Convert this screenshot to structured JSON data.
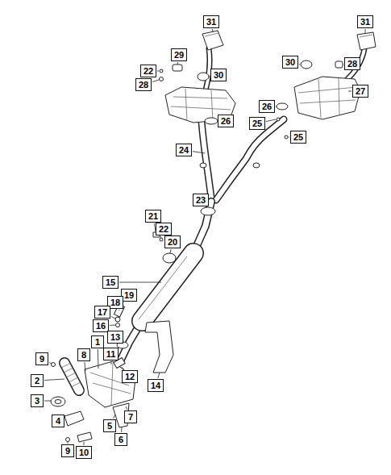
{
  "diagram": {
    "nodes": [
      {
        "text": [
          "31"
        ]
      },
      {
        "text": [
          "31"
        ]
      },
      {
        "text": [
          "29"
        ]
      },
      {
        "text": [
          "30"
        ]
      },
      {
        "text": [
          "28"
        ]
      },
      {
        "text": [
          "22"
        ]
      },
      {
        "text": [
          "30"
        ]
      },
      {
        "text": [
          "28"
        ]
      },
      {
        "text": [
          "27"
        ]
      },
      {
        "text": [
          "26"
        ]
      },
      {
        "text": [
          "26"
        ]
      },
      {
        "text": [
          "25"
        ]
      },
      {
        "text": [
          "25"
        ]
      },
      {
        "text": [
          "24"
        ]
      },
      {
        "text": [
          "23"
        ]
      },
      {
        "text": [
          "21"
        ]
      },
      {
        "text": [
          "22"
        ]
      },
      {
        "text": [
          "20"
        ]
      },
      {
        "text": [
          "15"
        ]
      },
      {
        "text": [
          "19"
        ]
      },
      {
        "text": [
          "18"
        ]
      },
      {
        "text": [
          "17"
        ]
      },
      {
        "text": [
          "16"
        ]
      },
      {
        "text": [
          "13"
        ]
      },
      {
        "text": [
          "1"
        ]
      },
      {
        "text": [
          "11"
        ]
      },
      {
        "text": [
          "8"
        ]
      },
      {
        "text": [
          "9"
        ]
      },
      {
        "text": [
          "12"
        ]
      },
      {
        "text": [
          "2"
        ]
      },
      {
        "text": [
          "14"
        ]
      },
      {
        "text": [
          "3"
        ]
      },
      {
        "text": [
          "7"
        ]
      },
      {
        "text": [
          "4"
        ]
      },
      {
        "text": [
          "5"
        ]
      },
      {
        "text": [
          "6"
        ]
      },
      {
        "text": [
          "9"
        ]
      },
      {
        "text": [
          "10"
        ]
      }
    ]
  }
}
